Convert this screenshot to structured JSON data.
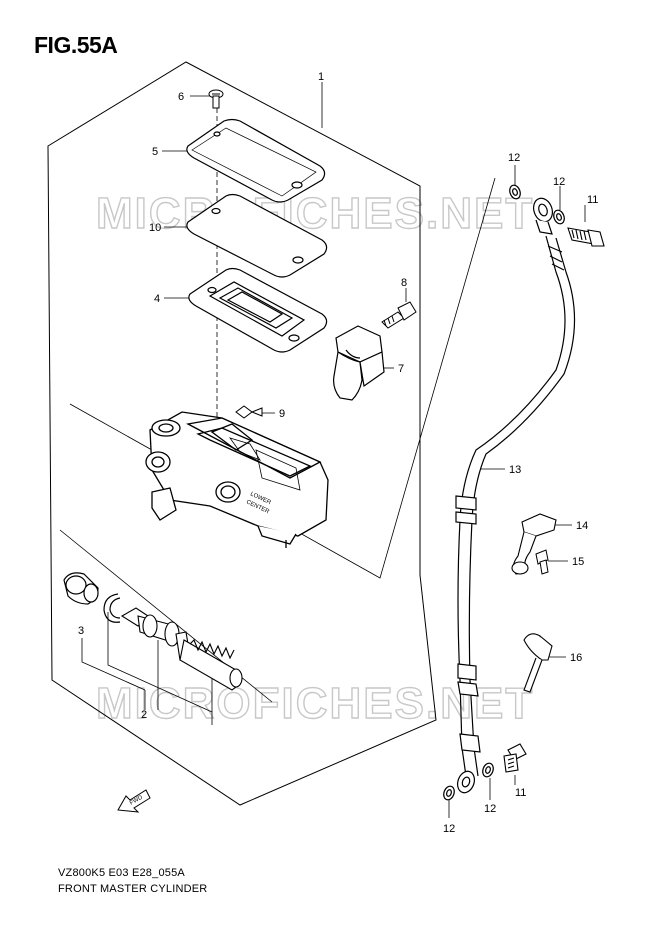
{
  "figure_title": "FIG.55A",
  "watermark": "MICROFICHES.NET",
  "footer": {
    "code": "VZ800K5 E03 E28_055A",
    "name": "FRONT MASTER CYLINDER"
  },
  "part_stamp": {
    "line1": "LOWER",
    "line2": "CENTER"
  },
  "fwd_label": "FWD",
  "callouts": {
    "c1": "1",
    "c2": "2",
    "c3": "3",
    "c4": "4",
    "c5": "5",
    "c6": "6",
    "c7": "7",
    "c8": "8",
    "c9": "9",
    "c10": "10",
    "c11a": "11",
    "c11b": "11",
    "c12a": "12",
    "c12b": "12",
    "c12c": "12",
    "c12d": "12",
    "c13": "13",
    "c14": "14",
    "c15": "15",
    "c16": "16"
  }
}
